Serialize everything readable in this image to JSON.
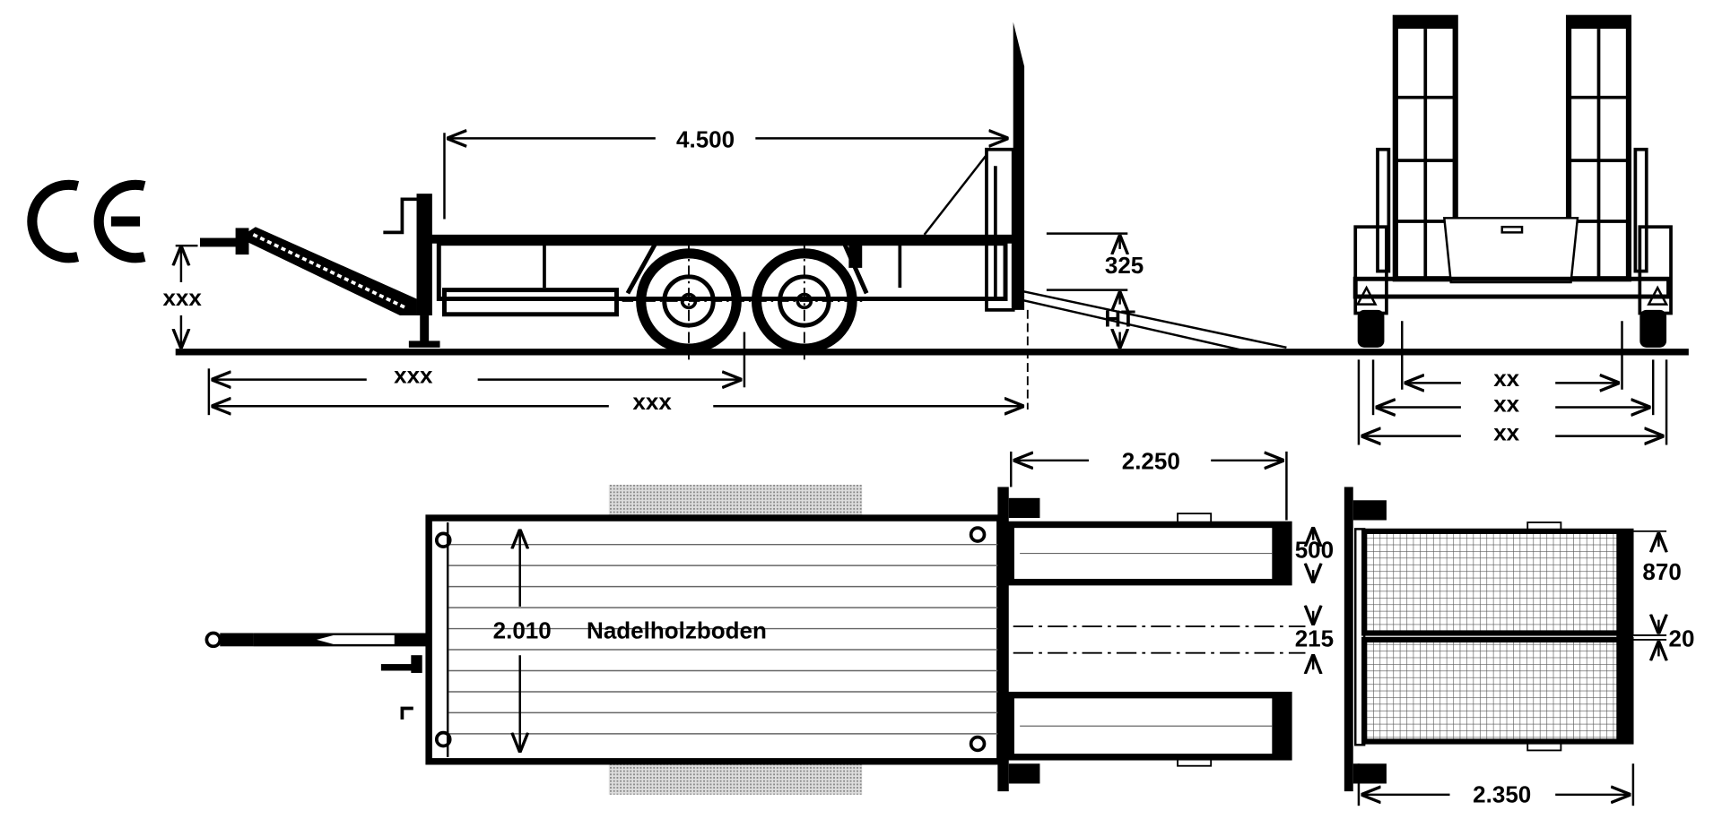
{
  "logo": "CE",
  "side_view": {
    "deck_length": "4.500",
    "deck_height": "325",
    "ramp_height": "HT",
    "drawbar_height": "xxx",
    "axle_distance": "xxx",
    "total_length": "xxx"
  },
  "rear_view": {
    "inner_width": "xx",
    "track_width": "xx",
    "overall_width": "xx"
  },
  "top_view": {
    "ramp_length": "2.250",
    "deck_width": "2.010",
    "floor_label": "Nadelholzboden",
    "ramp_width": "500",
    "ramp_gap": "215"
  },
  "ramp_detail": {
    "grid_width": "870",
    "grid_gap": "20",
    "length": "2.350"
  },
  "colors": {
    "ink": "#000000",
    "background": "#ffffff",
    "grid": "#888888"
  }
}
